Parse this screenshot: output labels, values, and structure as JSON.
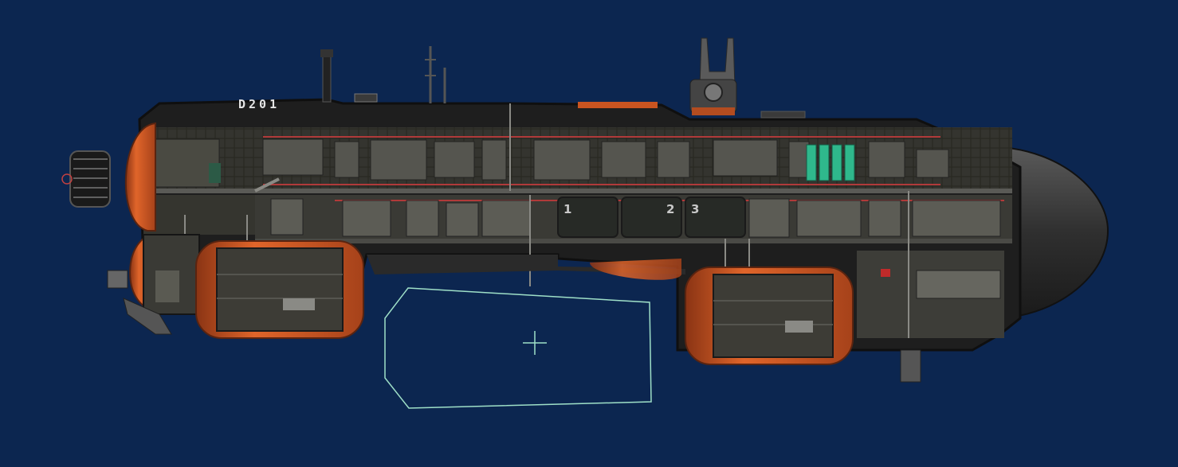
{
  "submarine": {
    "hull_label": "D201",
    "ballast_labels": [
      "1",
      "2",
      "3"
    ]
  },
  "editor": {
    "selection_outline_color": "#9fe0c8",
    "crosshair_color": "#9fe0c8"
  },
  "colors": {
    "background": "#0c2650",
    "hull_dark": "#262626",
    "interior": "#3a3a36",
    "accent_orange": "#d65a22",
    "pipe_red": "#b03a3a",
    "nose_cone": "#4a4a4a",
    "console_green": "#2fb88c"
  },
  "icons": [
    "reactor-icon",
    "periscope-icon",
    "engine-propeller-icon",
    "docking-port-icon",
    "crosshair-icon"
  ]
}
